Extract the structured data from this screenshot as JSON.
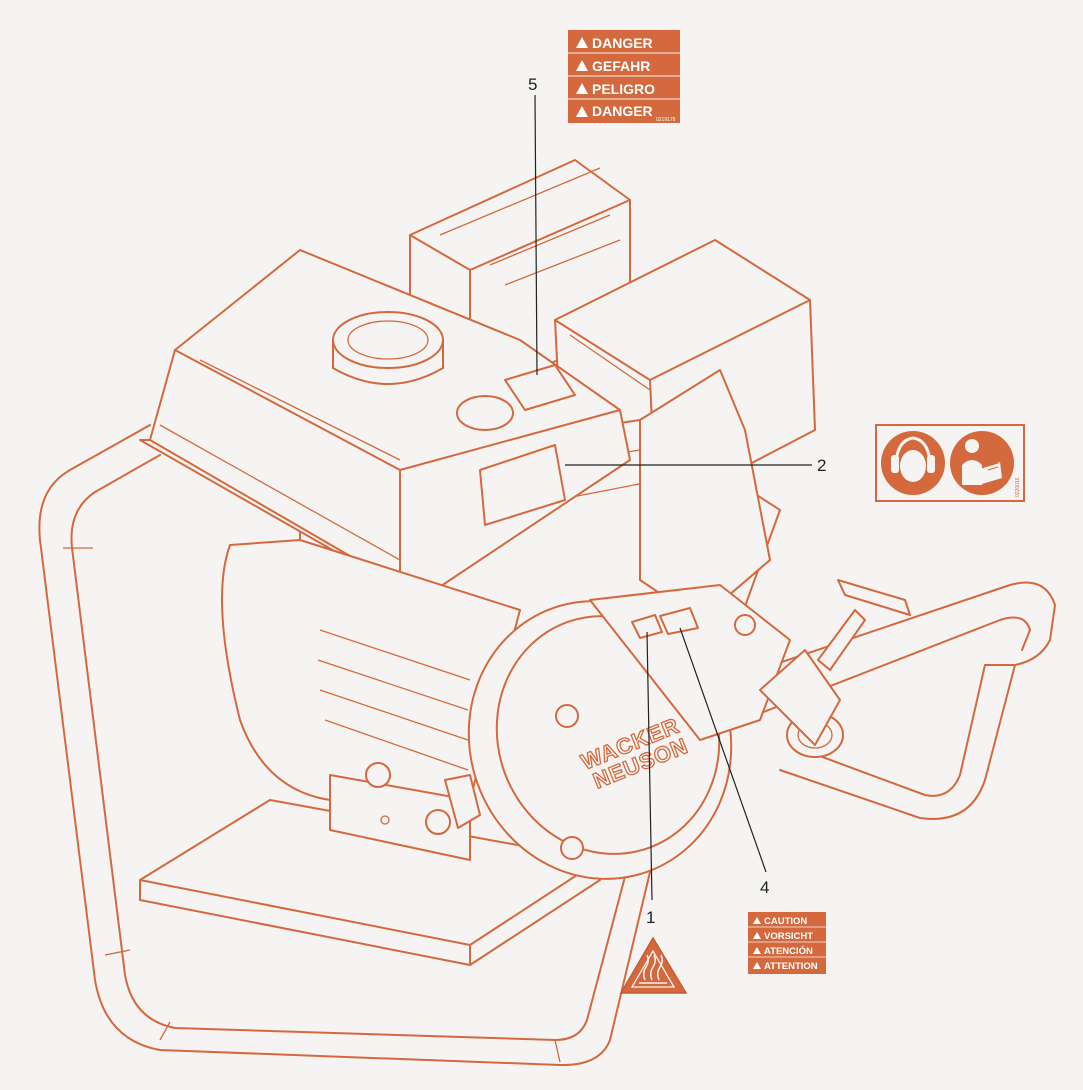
{
  "colors": {
    "line": "#d4693e",
    "label_fill": "#d4693e",
    "label_dark": "#c25d35",
    "background": "#f5f4f2",
    "callout_text": "#222222"
  },
  "callouts": [
    {
      "number": "5"
    },
    {
      "number": "2"
    },
    {
      "number": "4"
    },
    {
      "number": "1"
    }
  ],
  "danger_label": {
    "lines": [
      "DANGER",
      "GEFAHR",
      "PELIGRO",
      "DANGER"
    ],
    "code": "0219178"
  },
  "caution_label": {
    "lines": [
      "CAUTION",
      "VORSICHT",
      "ATENCIÓN",
      "ATTENTION"
    ]
  },
  "ppe_label": {
    "icons": [
      "hearing-protection-icon",
      "read-manual-icon"
    ],
    "code": "0220016"
  },
  "hot_surface_label": {
    "icon": "hot-surface-icon"
  },
  "brand": {
    "line1": "WACKER",
    "line2": "NEUSON"
  }
}
